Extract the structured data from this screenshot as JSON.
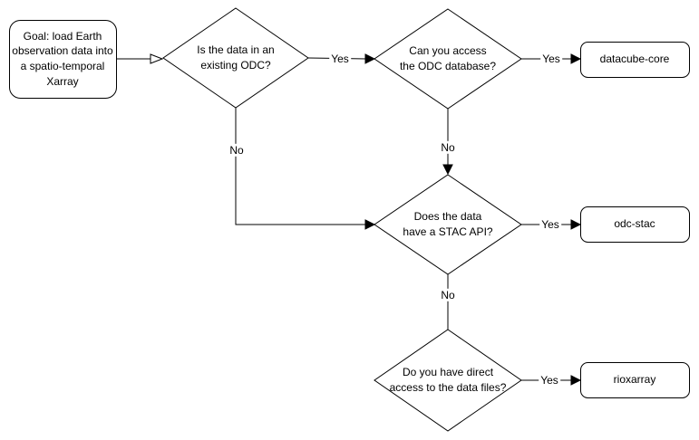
{
  "diagram": {
    "type": "flowchart",
    "colors": {
      "stroke": "#000000",
      "node_fill": "#ffffff",
      "text": "#000000",
      "background": "#ffffff"
    },
    "nodes": {
      "goal": {
        "text": "Goal: load Earth\nobservation data into\na spatio-temporal\nXarray",
        "shape": "rounded-rect"
      },
      "q_existing_odc": {
        "text": "Is the data in an\nexisting ODC?",
        "shape": "diamond"
      },
      "q_access_db": {
        "text": "Can you access\nthe ODC database?",
        "shape": "diamond"
      },
      "q_stac_api": {
        "text": "Does the data\nhave a STAC API?",
        "shape": "diamond"
      },
      "q_direct_files": {
        "text": "Do you have direct\naccess to the data files?",
        "shape": "diamond"
      },
      "datacube_core": {
        "text": "datacube-core",
        "shape": "rounded-rect"
      },
      "odc_stac": {
        "text": "odc-stac",
        "shape": "rounded-rect"
      },
      "rioxarray": {
        "text": "rioxarray",
        "shape": "rounded-rect"
      }
    },
    "edges": [
      {
        "from": "goal",
        "to": "q_existing_odc",
        "label": ""
      },
      {
        "from": "q_existing_odc",
        "to": "q_access_db",
        "label": "Yes"
      },
      {
        "from": "q_existing_odc",
        "to": "q_stac_api",
        "label": "No"
      },
      {
        "from": "q_access_db",
        "to": "datacube_core",
        "label": "Yes"
      },
      {
        "from": "q_access_db",
        "to": "q_stac_api",
        "label": "No"
      },
      {
        "from": "q_stac_api",
        "to": "odc_stac",
        "label": "Yes"
      },
      {
        "from": "q_stac_api",
        "to": "q_direct_files",
        "label": "No"
      },
      {
        "from": "q_direct_files",
        "to": "rioxarray",
        "label": "Yes"
      }
    ],
    "edge_labels": {
      "yes_existing_odc": "Yes",
      "no_existing_odc": "No",
      "yes_access_db": "Yes",
      "no_access_db": "No",
      "yes_stac_api": "Yes",
      "no_stac_api": "No",
      "yes_direct_files": "Yes"
    }
  }
}
